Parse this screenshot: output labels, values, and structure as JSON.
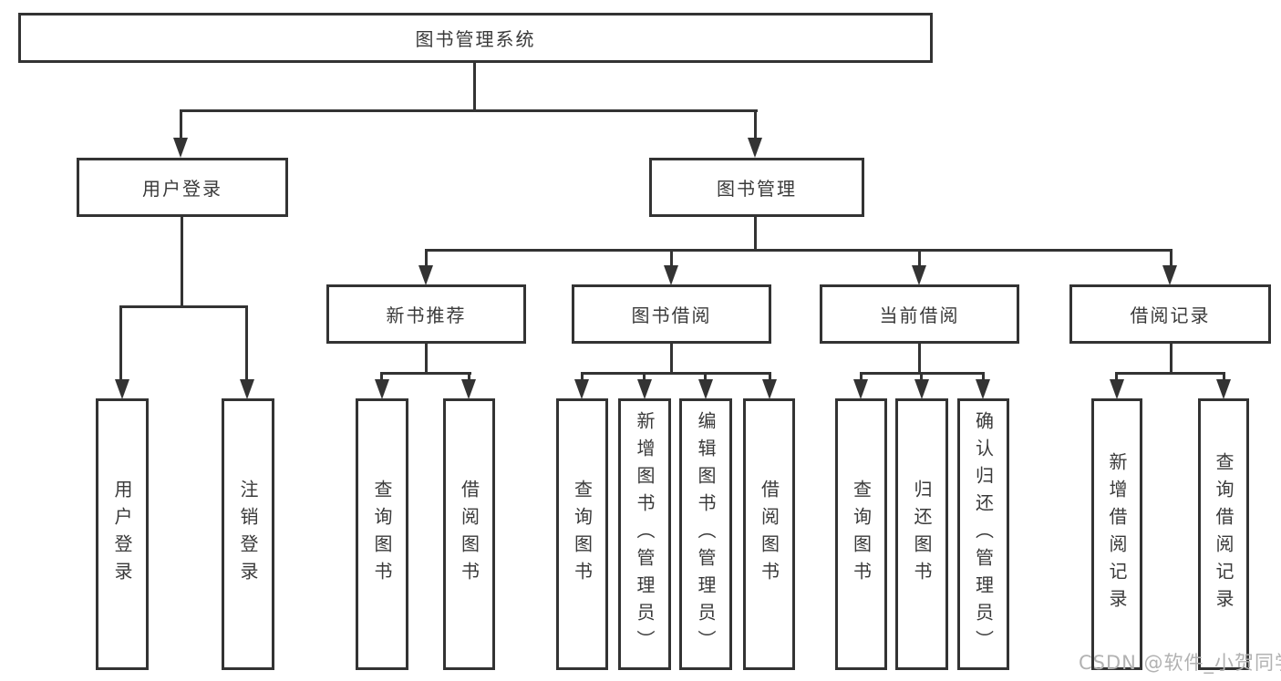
{
  "diagram": {
    "root": {
      "label": "图书管理系统"
    },
    "user_login": {
      "label": "用户登录",
      "children": [
        {
          "label": "用户登录"
        },
        {
          "label": "注销登录"
        }
      ]
    },
    "book_management": {
      "label": "图书管理",
      "new_book": {
        "label": "新书推荐",
        "children": [
          {
            "label": "查询图书"
          },
          {
            "label": "借阅图书"
          }
        ]
      },
      "borrow": {
        "label": "图书借阅",
        "children": [
          {
            "label": "查询图书"
          },
          {
            "label": "新增图书（管理员）"
          },
          {
            "label": "编辑图书（管理员）"
          },
          {
            "label": "借阅图书"
          }
        ]
      },
      "current": {
        "label": "当前借阅",
        "children": [
          {
            "label": "查询图书"
          },
          {
            "label": "归还图书"
          },
          {
            "label": "确认归还（管理员）"
          }
        ]
      },
      "records": {
        "label": "借阅记录",
        "children": [
          {
            "label": "新增借阅记录"
          },
          {
            "label": "查询借阅记录"
          }
        ]
      }
    }
  },
  "watermark": {
    "text": "CSDN @软件_小贺同学"
  },
  "colors": {
    "line": "#333333",
    "text": "#3a3a3a",
    "background": "#ffffff",
    "watermark": "#b2b2b2"
  }
}
